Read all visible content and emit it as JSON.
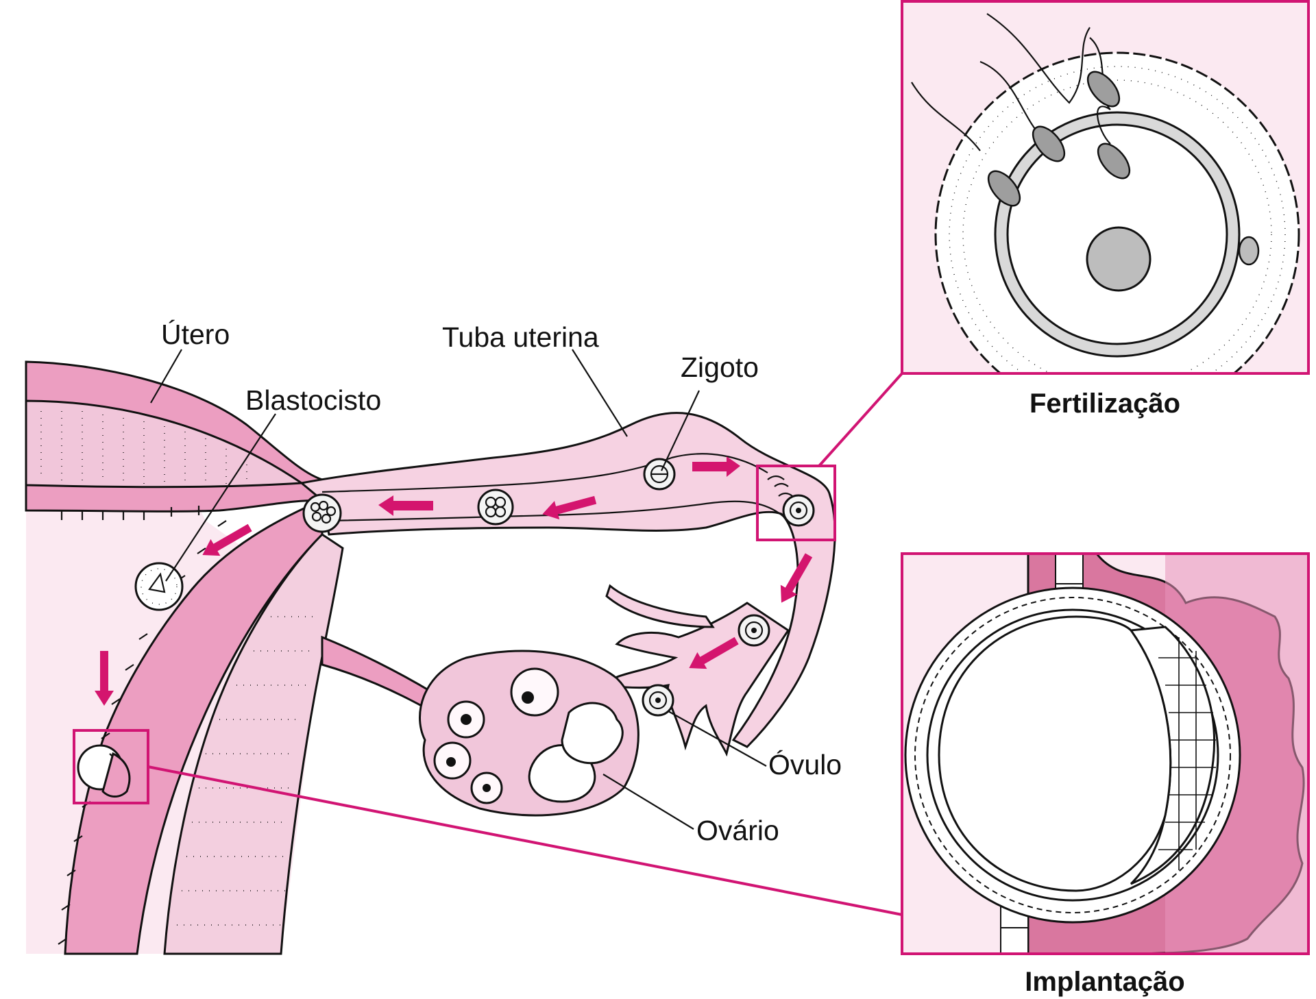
{
  "labels": {
    "utero": "Útero",
    "tuba": "Tuba uterina",
    "zigoto": "Zigoto",
    "blastocisto": "Blastocisto",
    "ovulo": "Óvulo",
    "ovario": "Ovário"
  },
  "captions": {
    "fertilizacao": "Fertilização",
    "implantacao": "Implantação"
  },
  "colors": {
    "background": "#fbe9f1",
    "wall_pink": "#ec9ec1",
    "tissue_light": "#f6d2e2",
    "endometrium": "#cf7fa4",
    "magenta_accent": "#d11473",
    "arrow": "#d4156e"
  }
}
